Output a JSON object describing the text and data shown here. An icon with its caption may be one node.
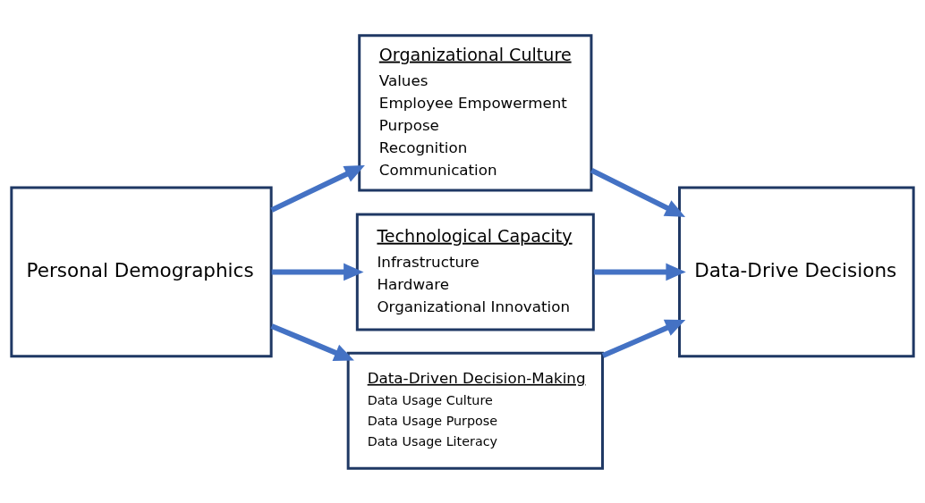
{
  "diagram": {
    "nodes": [
      {
        "text": [
          "Personal Demographics"
        ]
      },
      {
        "text": [
          "Organizational Culture",
          "Values",
          "Employee Empowerment",
          "Purpose",
          "Recognition",
          "Communication"
        ]
      },
      {
        "text": [
          "Technological Capacity",
          "Infrastructure",
          "Hardware",
          "Organizational Innovation"
        ]
      },
      {
        "text": [
          "Data-Driven Decision-Making",
          "Data Usage Culture",
          "Data Usage Purpose",
          "Data Usage Literacy"
        ]
      },
      {
        "text": [
          "Data-Drive Decisions"
        ]
      }
    ],
    "edges": [
      {
        "from": 0,
        "to": 1,
        "arrow": "to"
      },
      {
        "from": 0,
        "to": 2,
        "arrow": "to"
      },
      {
        "from": 0,
        "to": 3,
        "arrow": "to"
      },
      {
        "from": 1,
        "to": 4,
        "arrow": "to"
      },
      {
        "from": 2,
        "to": 4,
        "arrow": "to"
      },
      {
        "from": 3,
        "to": 4,
        "arrow": "to"
      }
    ]
  }
}
